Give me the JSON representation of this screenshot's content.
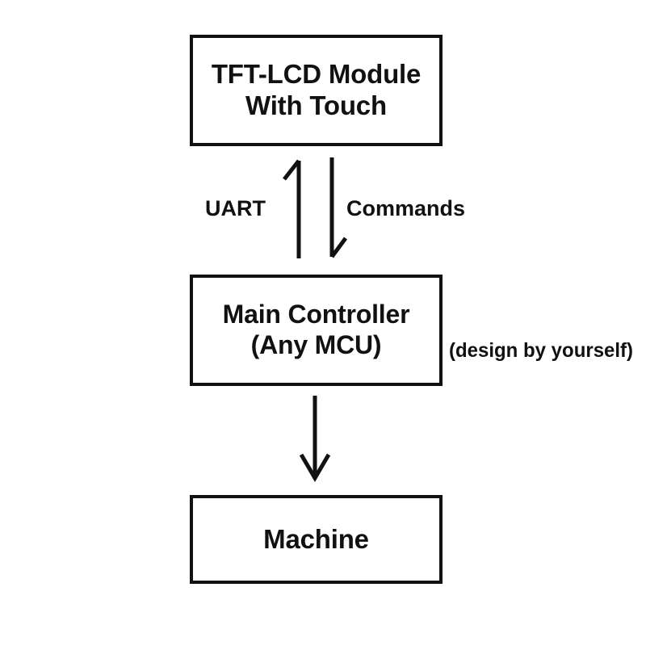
{
  "diagram": {
    "title": "TFT-LCD Module system block diagram",
    "background_color": "#ffffff",
    "stroke_color": "#111111",
    "nodes": [
      {
        "id": "tft-lcd",
        "lines": [
          "TFT-LCD Module",
          "With Touch"
        ]
      },
      {
        "id": "main-controller",
        "lines": [
          "Main Controller",
          "(Any MCU)"
        ]
      },
      {
        "id": "machine",
        "lines": [
          "Machine"
        ]
      }
    ],
    "edges": [
      {
        "id": "uart",
        "label": "UART",
        "direction": "up",
        "from": "main-controller",
        "to": "tft-lcd"
      },
      {
        "id": "commands",
        "label": "Commands",
        "direction": "down",
        "from": "tft-lcd",
        "to": "main-controller"
      },
      {
        "id": "control",
        "label": "",
        "direction": "down",
        "from": "main-controller",
        "to": "machine"
      }
    ],
    "annotations": [
      {
        "id": "design-by-yourself",
        "text": "(design by yourself)"
      }
    ]
  }
}
